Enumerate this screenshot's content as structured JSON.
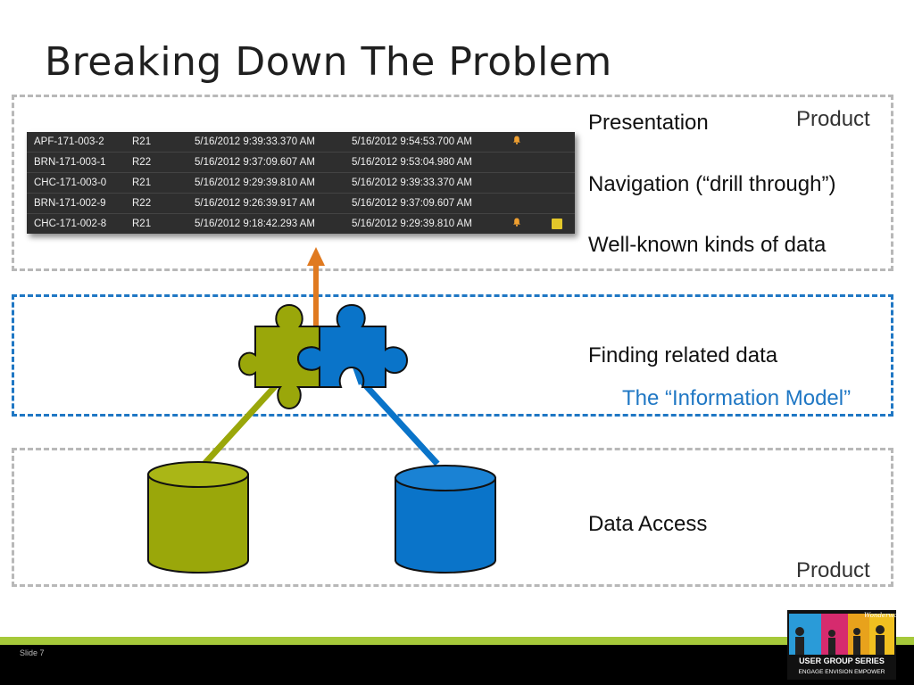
{
  "slide": {
    "title": "Breaking Down The Problem",
    "number_label": "Slide 7"
  },
  "labels": {
    "presentation": "Presentation",
    "navigation": "Navigation (“drill through”)",
    "wellknown": "Well-known kinds of data",
    "finding": "Finding related data",
    "info_model": "The “Information Model”",
    "data_access": "Data Access",
    "product_top": "Product",
    "product_bottom": "Product"
  },
  "grid": {
    "rows": [
      {
        "id": "APF-171-003-2",
        "rev": "R21",
        "start": "5/16/2012 9:39:33.370 AM",
        "end": "5/16/2012 9:54:53.700 AM",
        "bell": true,
        "note": false
      },
      {
        "id": "BRN-171-003-1",
        "rev": "R22",
        "start": "5/16/2012 9:37:09.607 AM",
        "end": "5/16/2012 9:53:04.980 AM",
        "bell": false,
        "note": false
      },
      {
        "id": "CHC-171-003-0",
        "rev": "R21",
        "start": "5/16/2012 9:29:39.810 AM",
        "end": "5/16/2012 9:39:33.370 AM",
        "bell": false,
        "note": false
      },
      {
        "id": "BRN-171-002-9",
        "rev": "R22",
        "start": "5/16/2012 9:26:39.917 AM",
        "end": "5/16/2012 9:37:09.607 AM",
        "bell": false,
        "note": false
      },
      {
        "id": "CHC-171-002-8",
        "rev": "R21",
        "start": "5/16/2012 9:18:42.293 AM",
        "end": "5/16/2012 9:29:39.810 AM",
        "bell": true,
        "note": true
      }
    ]
  },
  "logo": {
    "title": "USER GROUP SERIES",
    "tagline": "ENGAGE ENVISION EMPOWER",
    "brand": "Wonderware"
  },
  "colors": {
    "olive": "#9aa70a",
    "blue": "#0a74c9",
    "orange": "#e07a20",
    "accent_green": "#a6c93a"
  }
}
